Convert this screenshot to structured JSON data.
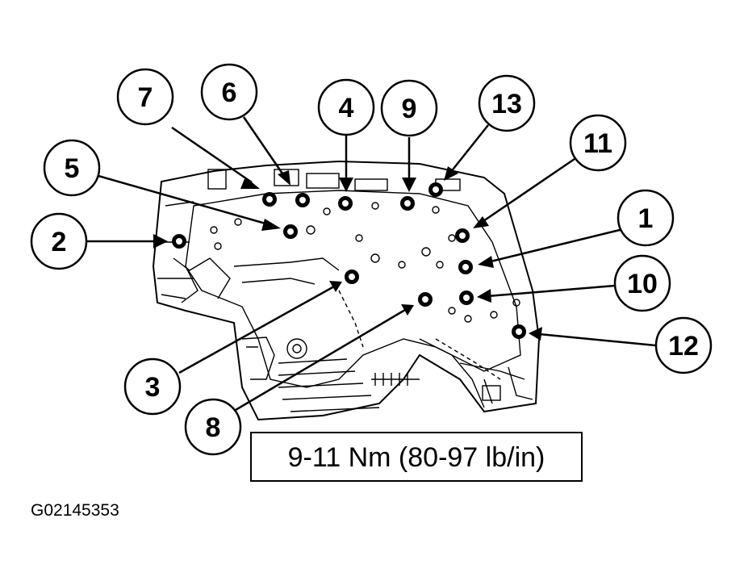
{
  "torque_spec": "9-11 Nm (80-97 lb/in)",
  "figure_id": "G02145353",
  "callouts": [
    "1",
    "2",
    "3",
    "4",
    "5",
    "6",
    "7",
    "8",
    "9",
    "10",
    "11",
    "12",
    "13"
  ]
}
